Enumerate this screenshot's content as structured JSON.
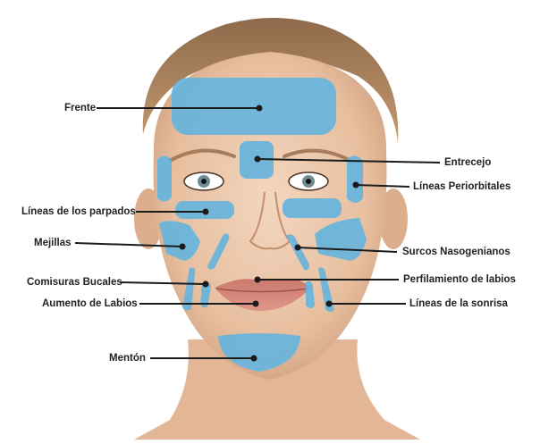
{
  "colors": {
    "patch": "#67b4dd",
    "line": "#1b1b1b",
    "skin": "#e9c4a6",
    "hair": "#b98f68"
  },
  "labels": {
    "frente": "Frente",
    "entrecejo": "Entrecejo",
    "lineas_periorbitales": "Líneas Periorbitales",
    "lineas_parpados": "Líneas de los parpados",
    "mejillas": "Mejillas",
    "surcos_nasogenianos": "Surcos Nasogenianos",
    "comisuras_bucales": "Comisuras Bucales",
    "perfilamiento_labios": "Perfilamiento de labios",
    "aumento_labios": "Aumento de Labios",
    "lineas_sonrisa": "Líneas de la sonrisa",
    "menton": "Mentón"
  }
}
